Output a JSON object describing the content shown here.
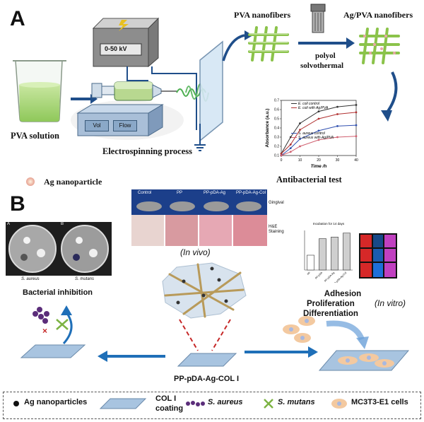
{
  "panelA": {
    "letter": "A",
    "pva_solution": "PVA solution",
    "voltage": "0-50 kV",
    "vol_button": "Vol",
    "flow_button": "Flow",
    "electrospinning": "Electrospinning process",
    "pva_nanofibers": "PVA nanofibers",
    "ag_pva_nanofibers": "Ag/PVA  nanofibers",
    "polyol": "polyol",
    "solvothermal": "solvothermal",
    "ag_nanoparticle": "Ag nanoparticle",
    "antibacterial_test": "Antibacterial test"
  },
  "chart_data": {
    "type": "line",
    "xlabel": "Time /h",
    "ylabel": "Absorbance (a.u.)",
    "xlim": [
      0,
      40
    ],
    "ylim": [
      0.1,
      0.7
    ],
    "xticks": [
      "0",
      "10",
      "20",
      "30",
      "40"
    ],
    "yticks": [
      "0.1",
      "0.2",
      "0.3",
      "0.4",
      "0.5",
      "0.6",
      "0.7"
    ],
    "legend_position": "top",
    "series": [
      {
        "name": "E. coli control",
        "color": "#333333",
        "x": [
          0,
          5,
          10,
          20,
          30,
          40
        ],
        "y": [
          0.12,
          0.3,
          0.45,
          0.58,
          0.63,
          0.65
        ]
      },
      {
        "name": "E. coli with Ag/PVA",
        "color": "#b03030",
        "x": [
          0,
          5,
          10,
          20,
          30,
          40
        ],
        "y": [
          0.12,
          0.22,
          0.38,
          0.5,
          0.55,
          0.57
        ]
      },
      {
        "name": "S. aureus control",
        "color": "#3050b0",
        "x": [
          0,
          5,
          10,
          20,
          30,
          40
        ],
        "y": [
          0.1,
          0.18,
          0.28,
          0.37,
          0.42,
          0.43
        ]
      },
      {
        "name": "S. aureus with Ag/PVA",
        "color": "#d06070",
        "x": [
          0,
          5,
          10,
          20,
          30,
          40
        ],
        "y": [
          0.1,
          0.14,
          0.2,
          0.27,
          0.3,
          0.31
        ]
      }
    ]
  },
  "panelB": {
    "letter": "B",
    "dish_a_letter": "A",
    "dish_b_letter": "B",
    "s_aureus_caption": "S. aureus",
    "s_mutans_caption": "S. mutans",
    "bacterial_inhibition": "Bacterial inhibition",
    "in_vivo": "(In vivo)",
    "in_vitro": "(In vitro)",
    "adhesion": "Adhesion",
    "proliferation": "Proliferation",
    "differentiation": "Differentiation",
    "scaffold_label": "PP-pDA-Ag-COL I",
    "invivo_headers": [
      "Control",
      "PP",
      "PP-pDA-Ag",
      "PP-pDA-Ag-Col"
    ],
    "invivo_row1": "Gingival",
    "invivo_row2": "H&E Staining",
    "bar_title": "Incubation for 14 days",
    "bar_categories": [
      "PP",
      "PP-pDA",
      "PP-pDA-Ag",
      "PP-pDA-Ag-Col"
    ],
    "bar_values": [
      0.45,
      0.95,
      1.0,
      1.12
    ]
  },
  "legend": {
    "ag_nanoparticles": "Ag nanoparticles",
    "col_coating_1": "COL I",
    "col_coating_2": "coating",
    "s_aureus": "S. aureus",
    "s_mutans": "S. mutans",
    "mc3t3": "MC3T3-E1 cells"
  }
}
